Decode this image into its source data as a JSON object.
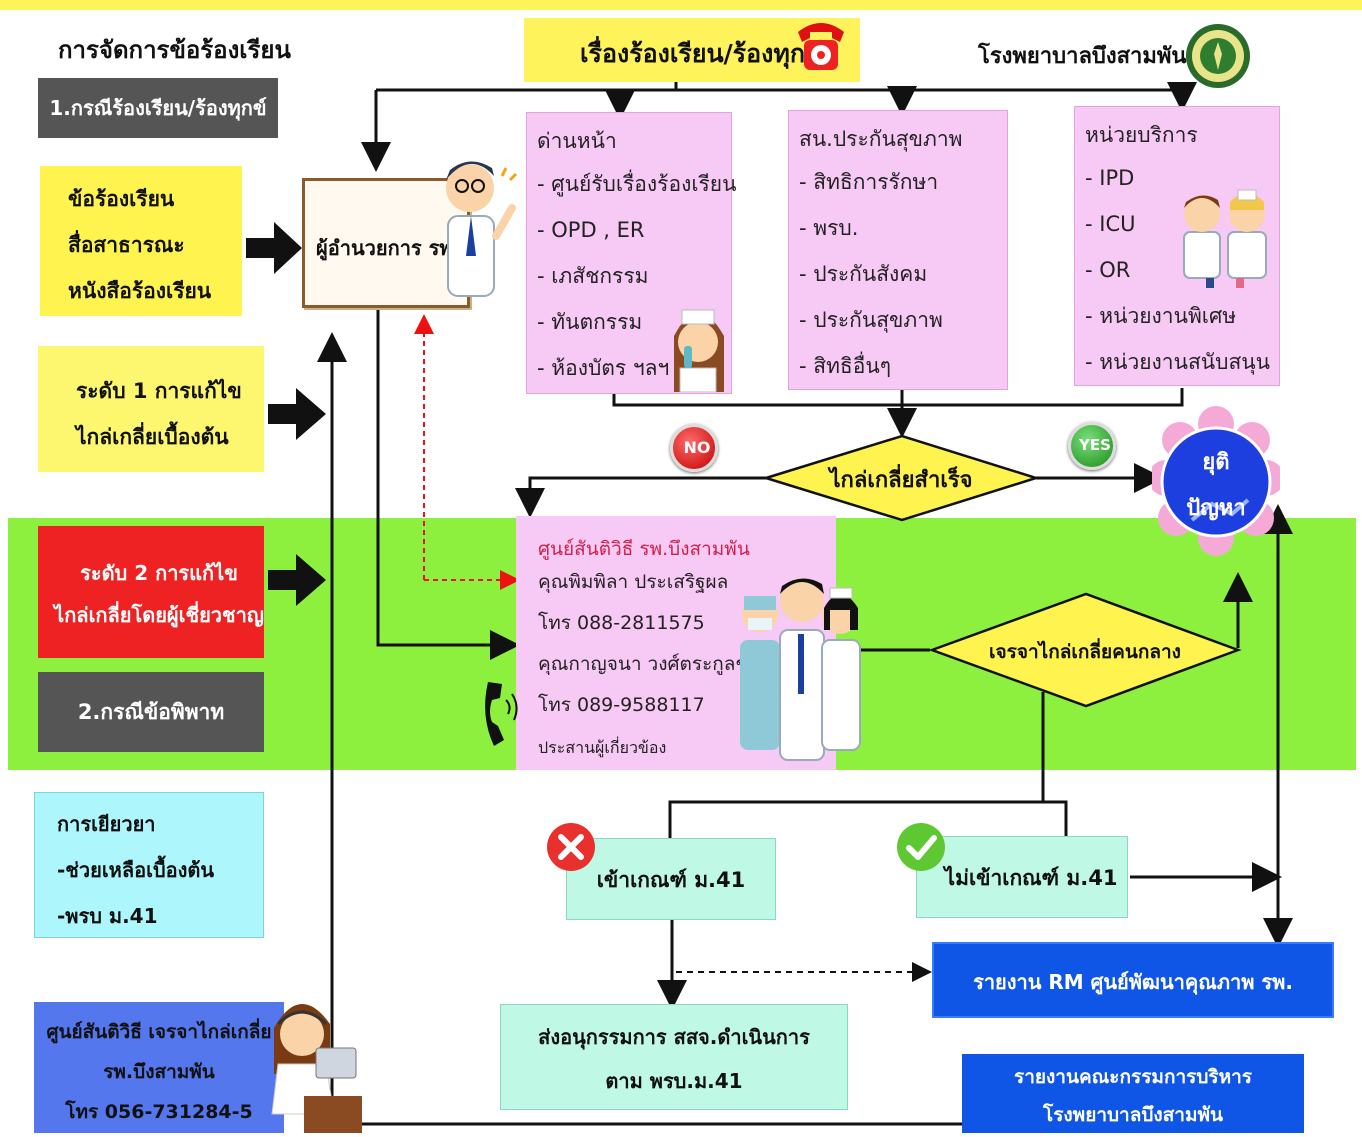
{
  "header": {
    "management_title": "การจัดการข้อร้องเรียน",
    "complaint_title": "เรื่องร้องเรียน/ร้องทุกข์",
    "hospital_name": "โรงพยาบาลบึงสามพัน"
  },
  "case1_label": "1.กรณีร้องเรียน/ร้องทุกข์",
  "case2_label": "2.กรณีข้อพิพาท",
  "sources": [
    "ข้อร้องเรียน",
    "สื่อสาธารณะ",
    "หนังสือร้องเรียน"
  ],
  "level1": [
    "ระดับ 1 การแก้ไข",
    "ไกล่เกลี่ยเบื้องต้น"
  ],
  "level2": [
    "ระดับ 2 การแก้ไข",
    "ไกล่เกลี่ยโดยผู้เชี่ยวชาญ"
  ],
  "director": "ผู้อำนวยการ รพ.",
  "frontline": {
    "title": "ด่านหน้า",
    "items": [
      "- ศูนย์รับเรื่องร้องเรียน",
      "- OPD , ER",
      "- เภสัชกรรม",
      "- ทันตกรรม",
      "- ห้องบัตร ฯลฯ"
    ]
  },
  "nhso": {
    "title": "สน.ประกันสุขภาพ",
    "items": [
      "- สิทธิการรักษา",
      "- พรบ.",
      "- ประกันสังคม",
      "- ประกันสุขภาพ",
      "- สิทธิอื่นๆ"
    ]
  },
  "service": {
    "title": "หน่วยบริการ",
    "items": [
      "- IPD",
      "- ICU",
      "- OR",
      "- หน่วยงานพิเศษ",
      "- หน่วยงานสนับสนุน"
    ]
  },
  "decision1": "ไกล่เกลี่ยสำเร็จ",
  "no_label": "NO",
  "yes_label": "YES",
  "resolved": [
    "ยุติ",
    "ปัญหา"
  ],
  "peace_center": {
    "title": "ศูนย์สันติวิธี รพ.บึงสามพัน",
    "lines": [
      "คุณพิมพิลา ประเสริฐผล",
      "โทร 088-2811575",
      "คุณกาญจนา วงศ์ตระกูลชัย",
      "โทร 089-9588117"
    ],
    "coordinate": "ประสานผู้เกี่ยวข้อง"
  },
  "decision2": "เจรจาไกล่เกลี่ยคนกลาง",
  "remedy": [
    "การเยียวยา",
    "-ช่วยเหลือเบื้องต้น",
    "-พรบ ม.41"
  ],
  "qualified": "เข้าเกณฑ์ ม.41",
  "not_qualified": "ไม่เข้าเกณฑ์ ม.41",
  "report_rm": "รายงาน RM ศูนย์พัฒนาคุณภาพ รพ.",
  "subcommittee": [
    "ส่งอนุกรรมการ สสจ.ดำเนินการ",
    "ตาม พรบ.ม.41"
  ],
  "contact_center": [
    "ศูนย์สันติวิธี เจรจาไกล่เกลี่ย",
    "รพ.บึงสามพัน",
    "โทร 056-731284-5"
  ],
  "report_board": [
    "รายงานคณะกรรมการบริหาร",
    "โรงพยาบาลบึงสามพัน"
  ],
  "colors": {
    "yellow": "#fff44f",
    "pink": "#f7c9f5",
    "green_band": "#8df03f",
    "dark_gray": "#555555",
    "red": "#ee2222",
    "light_cyan": "#adf6fb",
    "mint": "#c0f8e6",
    "blue": "#0f55e6",
    "royal_blue": "#5577ee"
  }
}
